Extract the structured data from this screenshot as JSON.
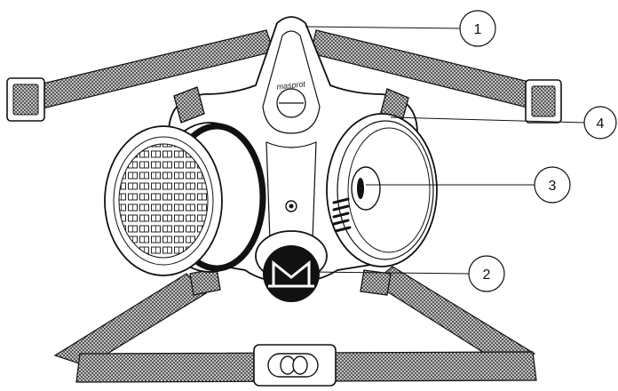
{
  "brand": {
    "name": "masprot"
  },
  "callouts": [
    {
      "id": "1",
      "label": "1"
    },
    {
      "id": "2",
      "label": "2"
    },
    {
      "id": "3",
      "label": "3"
    },
    {
      "id": "4",
      "label": "4"
    }
  ],
  "colors": {
    "line": "#111111",
    "strap_dark": "#2b2b2b",
    "strap_light": "#9a9a9a",
    "background": "#ffffff",
    "valve": "#111111"
  },
  "icons": [
    "m-logo-icon"
  ]
}
